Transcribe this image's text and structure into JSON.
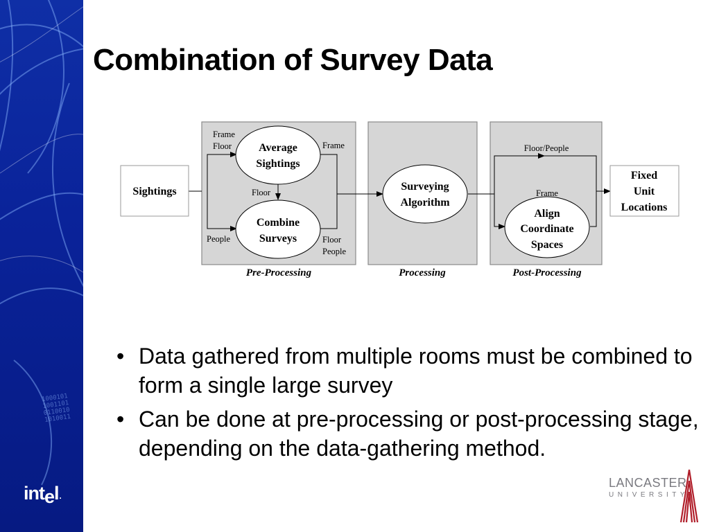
{
  "slide": {
    "title": "Combination of Survey Data",
    "bullets": [
      "Data gathered from multiple rooms must be combined to form a single large survey",
      "Can be done at pre-processing or post-processing stage, depending on the data-gathering method."
    ],
    "bullet_glyph": "•"
  },
  "sidebar": {
    "logo_text": "int",
    "logo_e": "e",
    "logo_l": "l",
    "logo_dot": ".",
    "binary_text": "1000101\n1001101\n0110010\n1010011",
    "color": "#0a239a"
  },
  "diagram": {
    "nodes": {
      "sightings": "Sightings",
      "average_1": "Average",
      "average_2": "Sightings",
      "combine_1": "Combine",
      "combine_2": "Surveys",
      "surveying_1": "Surveying",
      "surveying_2": "Algorithm",
      "align_1": "Align",
      "align_2": "Coordinate",
      "align_3": "Spaces",
      "fixed_1": "Fixed",
      "fixed_2": "Unit",
      "fixed_3": "Locations"
    },
    "edge_labels": {
      "in_avg_1": "Frame",
      "in_avg_2": "Floor",
      "avg_out": "Frame",
      "avg_to_combine": "Floor",
      "in_combine": "People",
      "combine_out_1": "Floor",
      "combine_out_2": "People",
      "post_top": "Floor/People",
      "post_frame": "Frame"
    },
    "stages": {
      "pre": "Pre-Processing",
      "proc": "Processing",
      "post": "Post-Processing"
    },
    "colors": {
      "stage_fill": "#d6d6d6",
      "stage_stroke": "#8a8a8a",
      "node_fill": "#ffffff"
    }
  },
  "branding": {
    "university_name": "LANCASTER",
    "university_sub": "UNIVERSITY",
    "accent": "#b01e2a"
  }
}
